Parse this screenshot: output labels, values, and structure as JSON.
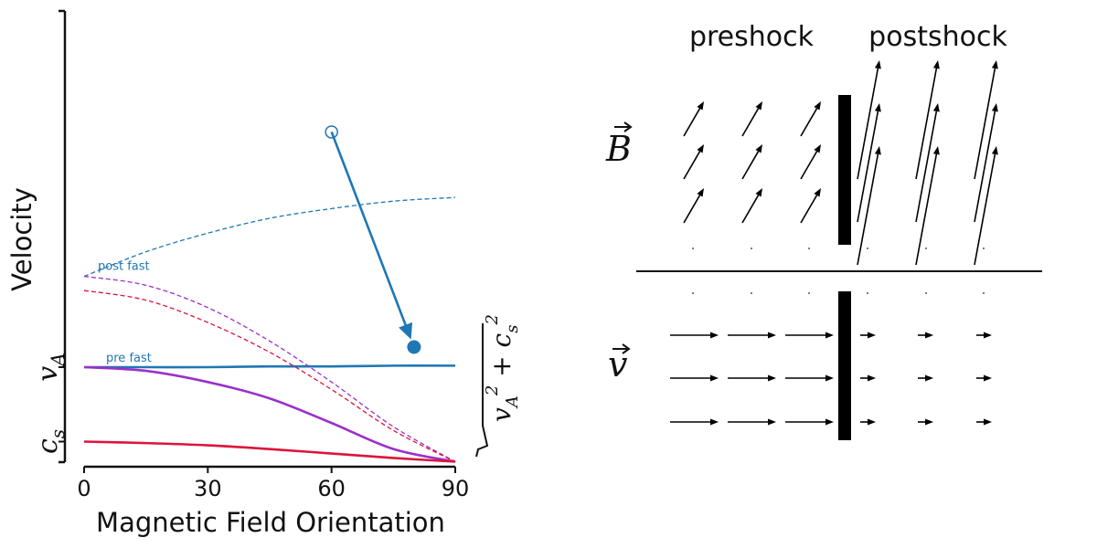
{
  "chart_data": [
    {
      "type": "line",
      "xlabel": "Magnetic Field Orientation",
      "ylabel": "Velocity",
      "xlim": [
        0,
        90
      ],
      "xticks": [
        0,
        30,
        60,
        90
      ],
      "yticks": [
        {
          "label": "c",
          "sub": "s",
          "value": 1.0
        },
        {
          "label": "v",
          "sub": "A",
          "value": 2.0
        }
      ],
      "right_axis_label": "√(v_A² + c_s²)",
      "series": [
        {
          "name": "pre fast",
          "color": "#1f77b4",
          "style": "solid",
          "x": [
            0,
            15,
            30,
            45,
            60,
            75,
            90
          ],
          "y": [
            2.0,
            2.0,
            2.0,
            2.01,
            2.01,
            2.02,
            2.02
          ]
        },
        {
          "name": "post fast",
          "color": "#1f77b4",
          "style": "dashed",
          "x": [
            0,
            15,
            30,
            45,
            60,
            75,
            90
          ],
          "y": [
            3.22,
            3.55,
            3.8,
            4.0,
            4.13,
            4.23,
            4.28
          ]
        },
        {
          "color": "#9b30c9",
          "style": "solid",
          "x": [
            0,
            15,
            30,
            45,
            60,
            75,
            90
          ],
          "y": [
            2.0,
            1.95,
            1.8,
            1.58,
            1.25,
            0.9,
            0.73
          ]
        },
        {
          "color": "#9b30c9",
          "style": "dashed",
          "x": [
            0,
            15,
            30,
            45,
            60,
            75,
            90
          ],
          "y": [
            3.22,
            3.1,
            2.8,
            2.35,
            1.8,
            1.2,
            0.73
          ]
        },
        {
          "color": "#dc143c",
          "style": "solid",
          "x": [
            0,
            15,
            30,
            45,
            60,
            75,
            90
          ],
          "y": [
            1.0,
            0.98,
            0.95,
            0.9,
            0.84,
            0.78,
            0.73
          ]
        },
        {
          "color": "#dc143c",
          "style": "dashed",
          "x": [
            0,
            15,
            30,
            45,
            60,
            75,
            90
          ],
          "y": [
            3.03,
            2.9,
            2.6,
            2.2,
            1.7,
            1.15,
            0.73
          ]
        }
      ],
      "arrow": {
        "color": "#1f77b4",
        "from": [
          60,
          5.16
        ],
        "to": [
          80,
          2.27
        ]
      }
    },
    {
      "type": "diagram",
      "titles": [
        "preshock",
        "postshock"
      ],
      "row_labels": [
        "B",
        "v"
      ],
      "colors": {
        "arrow": "#000000",
        "shock": "#000000"
      }
    }
  ]
}
